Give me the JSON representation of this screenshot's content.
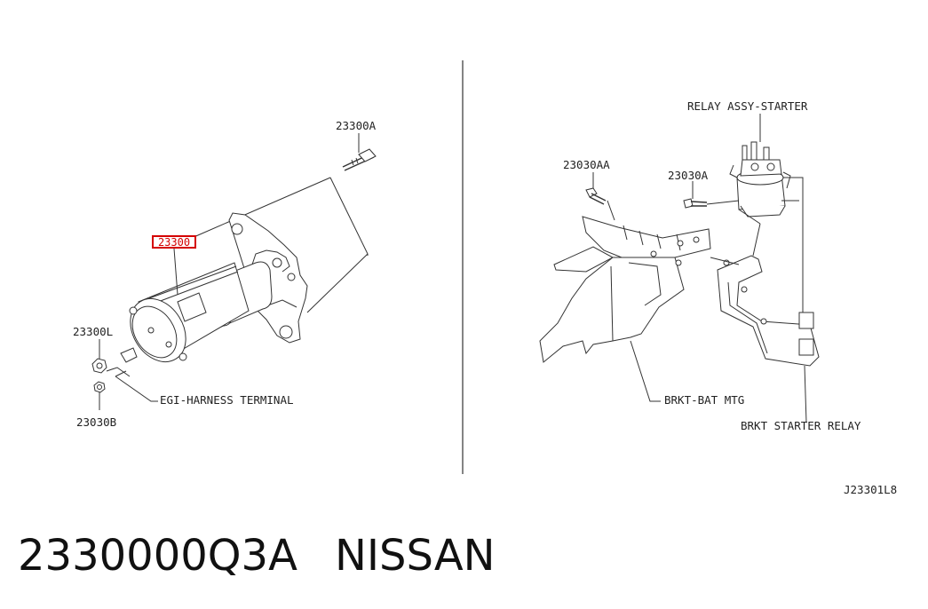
{
  "diagram": {
    "code": "J23301L8",
    "left_panel": {
      "highlight_label": "23300",
      "labels": {
        "bolt": "23300A",
        "nut_upper": "23300L",
        "nut_lower": "23030B",
        "terminal": "EGI-HARNESS TERMINAL"
      }
    },
    "right_panel": {
      "labels": {
        "relay": "RELAY ASSY-STARTER",
        "bolt_aa": "23030AA",
        "bolt_a": "23030A",
        "brkt_bat": "BRKT-BAT MTG",
        "brkt_relay": "BRKT STARTER RELAY"
      }
    }
  },
  "footer": {
    "part_number": "2330000Q3A",
    "brand": "NISSAN"
  },
  "colors": {
    "highlight_box": "#d40000",
    "line": "#333333"
  }
}
